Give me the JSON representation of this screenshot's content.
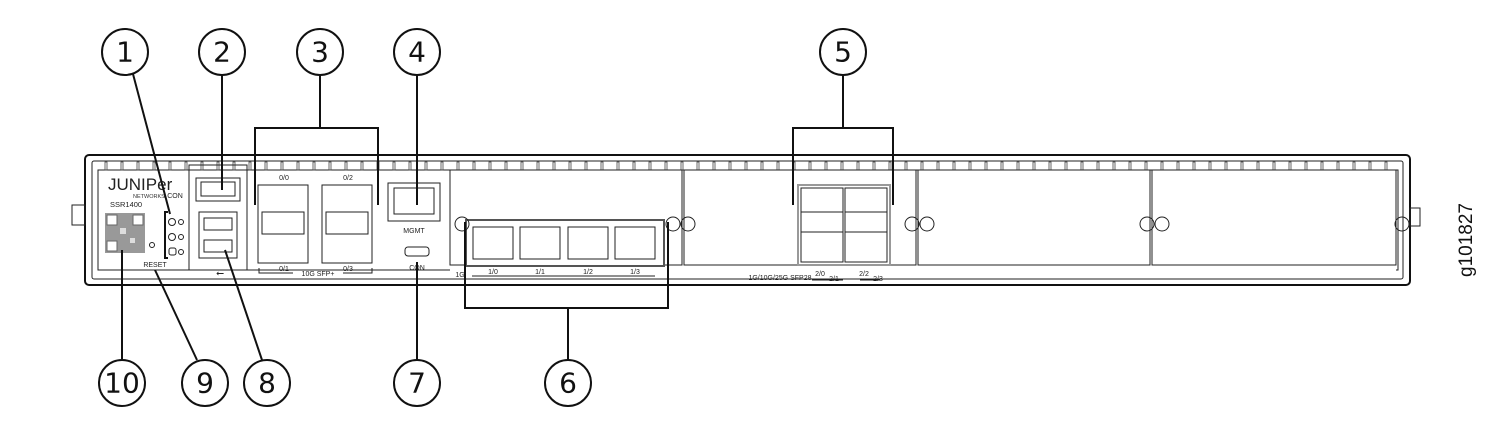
{
  "figure_id": "g101827",
  "device": {
    "brand": "JUNIPer",
    "brand_sub": "NETWORKS",
    "model": "SSR1400",
    "con_label": "CON",
    "reset_label": "RESET",
    "usb_symbol": "⭠",
    "sfp_plus_label": "10G SFP+",
    "sfp_ports": [
      "0/0",
      "0/1",
      "0/2",
      "0/3"
    ],
    "mgmt_label": "MGMT",
    "console_label": "CON",
    "rj45_ports": [
      "1/0",
      "1/1",
      "1/2",
      "1/3"
    ],
    "rj45_prefix": "1G",
    "sfp28_label": "1G/10G/25G SFP28",
    "sfp28_ports": [
      "2/0",
      "2/1",
      "2/2",
      "2/3"
    ]
  },
  "callouts": [
    "1",
    "2",
    "3",
    "4",
    "5",
    "6",
    "7",
    "8",
    "9",
    "10"
  ]
}
